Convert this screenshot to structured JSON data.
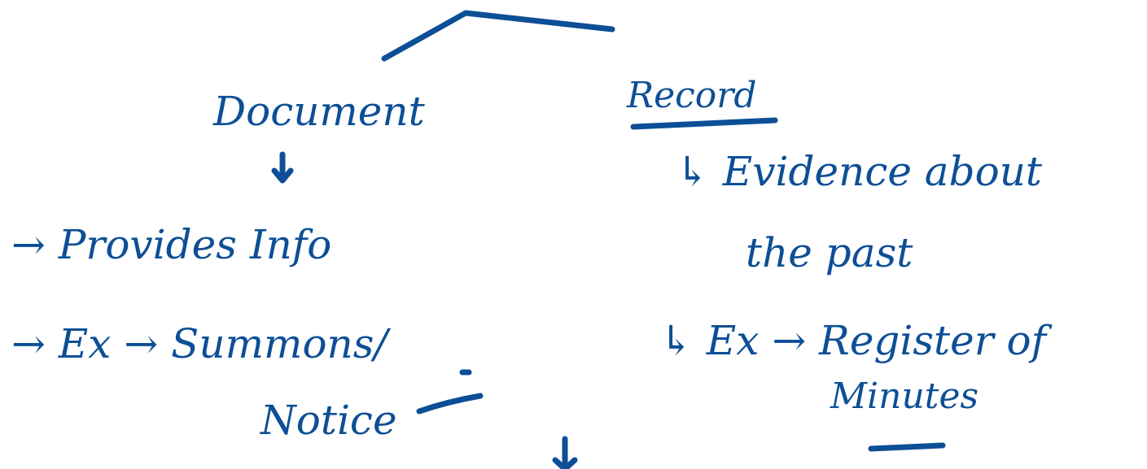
{
  "ink_color": "#0d4f96",
  "left": {
    "heading": "Document",
    "points": [
      "→ Provides Info",
      "→ Ex → Summons/",
      "Notice"
    ]
  },
  "right": {
    "heading": "Record",
    "points": [
      "↳ Evidence about",
      "the past",
      "↳ Ex → Register of",
      "Minutes"
    ]
  }
}
